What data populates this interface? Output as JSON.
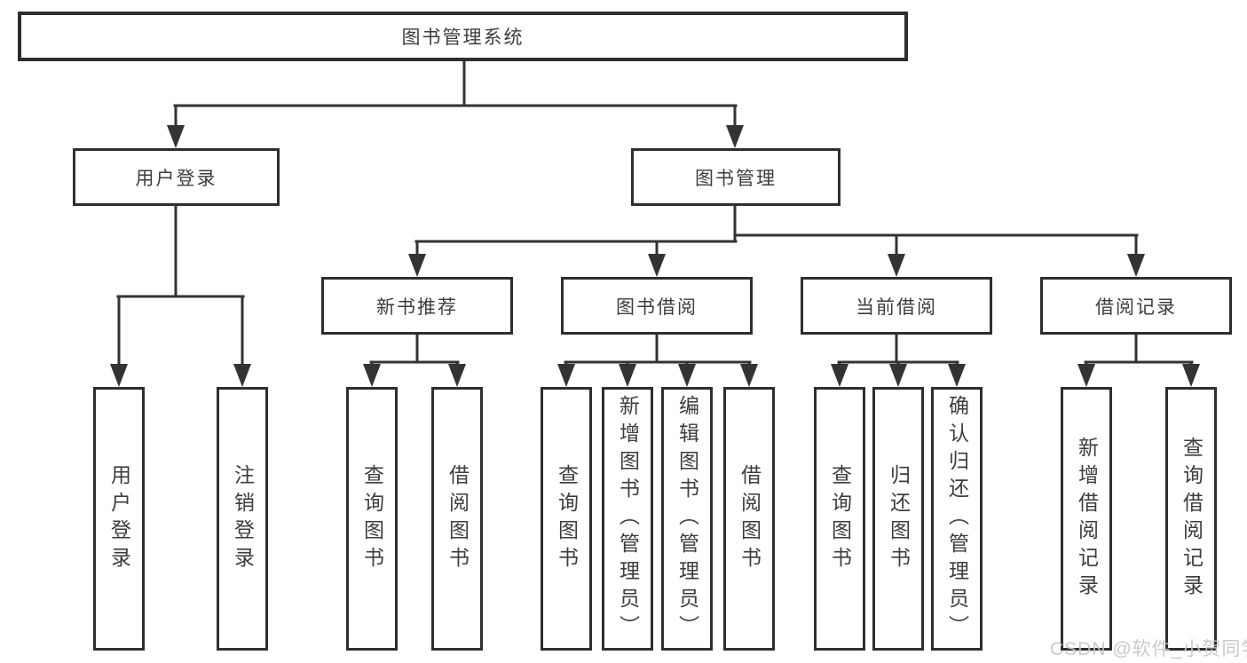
{
  "diagram": {
    "root": "图书管理系统",
    "branches": [
      {
        "label": "用户登录",
        "children": [
          "用户登录",
          "注销登录"
        ]
      },
      {
        "label": "图书管理",
        "sections": [
          {
            "label": "新书推荐",
            "children": [
              "查询图书",
              "借阅图书"
            ]
          },
          {
            "label": "图书借阅",
            "children": [
              "查询图书",
              "新增图书（管理员）",
              "编辑图书（管理员）",
              "借阅图书"
            ]
          },
          {
            "label": "当前借阅",
            "children": [
              "查询图书",
              "归还图书",
              "确认归还（管理员）"
            ]
          },
          {
            "label": "借阅记录",
            "children": [
              "新增借阅记录",
              "查询借阅记录"
            ]
          }
        ]
      }
    ],
    "line_color": "#333333",
    "watermark": "CSDN @软件_小贺同学"
  }
}
